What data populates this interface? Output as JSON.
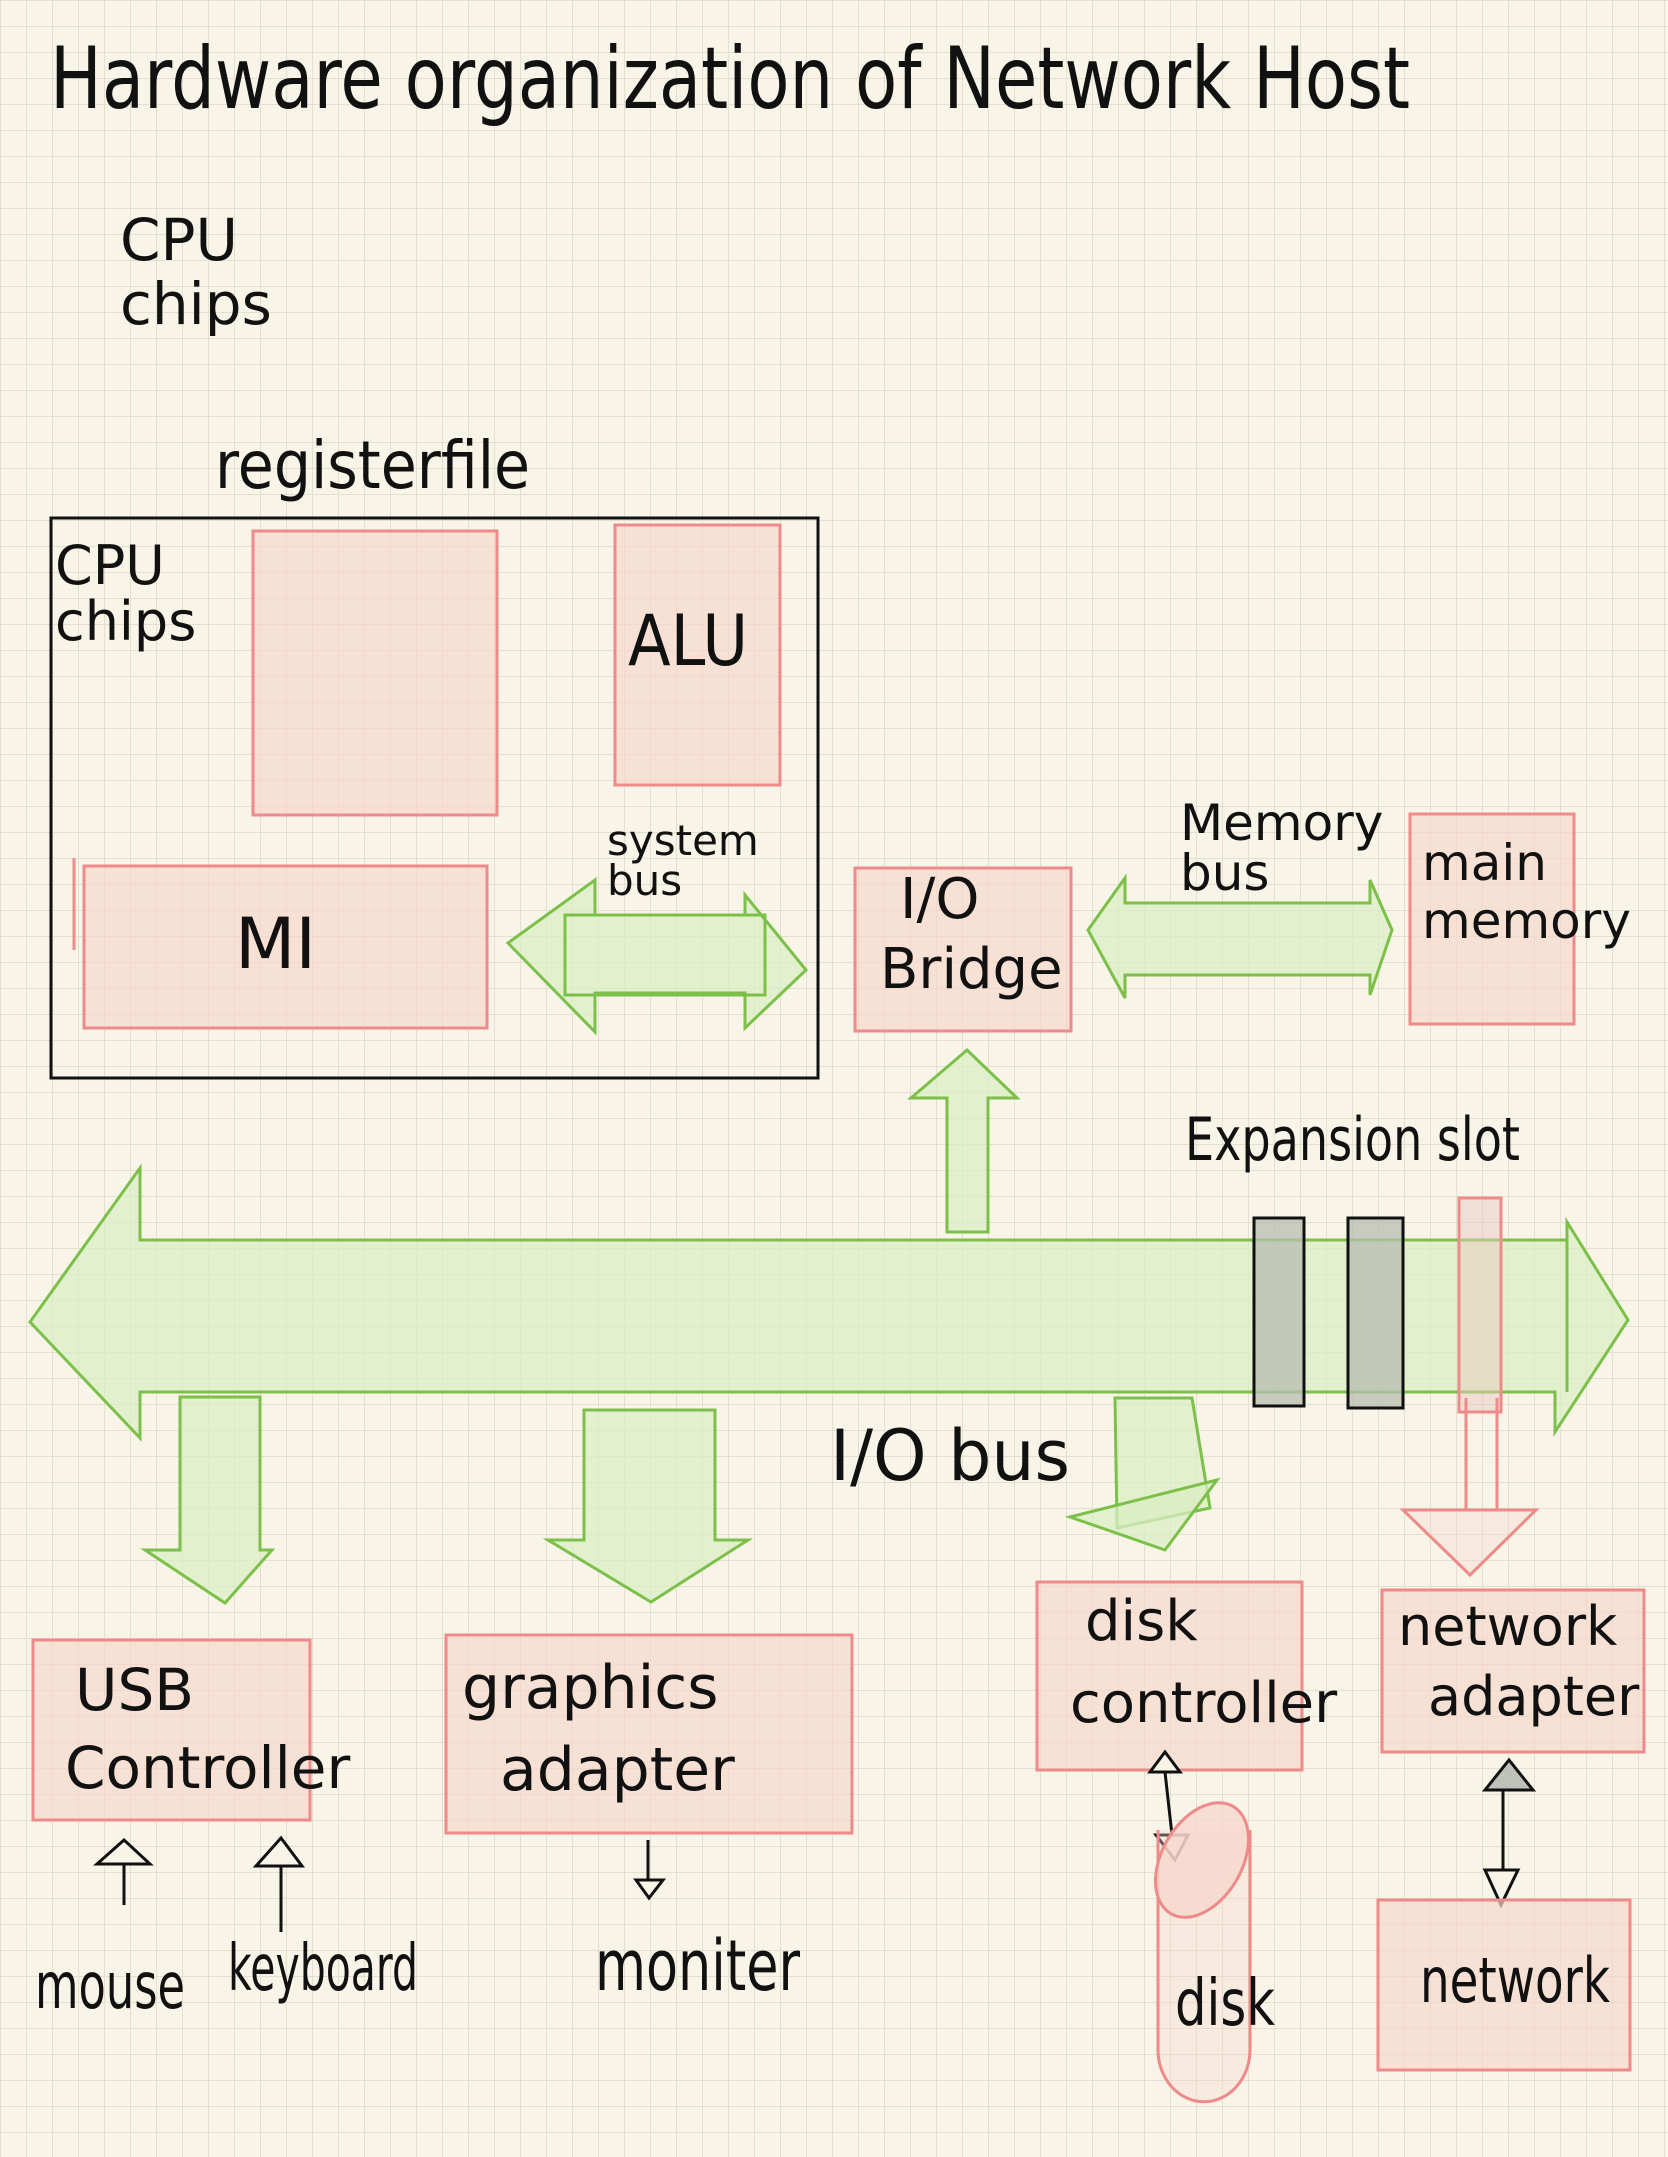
{
  "title": "Hardware organization of Network Host",
  "heading_cpu": "CPU\nchips",
  "label_register_file": "registerfile",
  "cpu_box_label": "CPU\nchips",
  "alu": "ALU",
  "mi": "MI",
  "system_bus": "system\nbus",
  "io_bridge": "I/O\nBridge",
  "memory_bus": "Memory\nbus",
  "main_memory": "main\nmemory",
  "expansion_slot": "Expansion slot",
  "io_bus": "I/O bus",
  "usb_controller": "USB\nController",
  "graphics_adapter": "graphics\nadapter",
  "disk_controller": "disk\ncontroller",
  "network_adapter": "network\nadapter",
  "mouse": "mouse",
  "keyboard": "keyboard",
  "monitor": "moniter",
  "disk": "disk",
  "network": "network",
  "colors": {
    "component_fill": "#f6d7cc",
    "component_stroke": "#ee8a8a",
    "bus_fill": "#dbeec4",
    "bus_stroke": "#7cc04a",
    "ink": "#111111"
  }
}
